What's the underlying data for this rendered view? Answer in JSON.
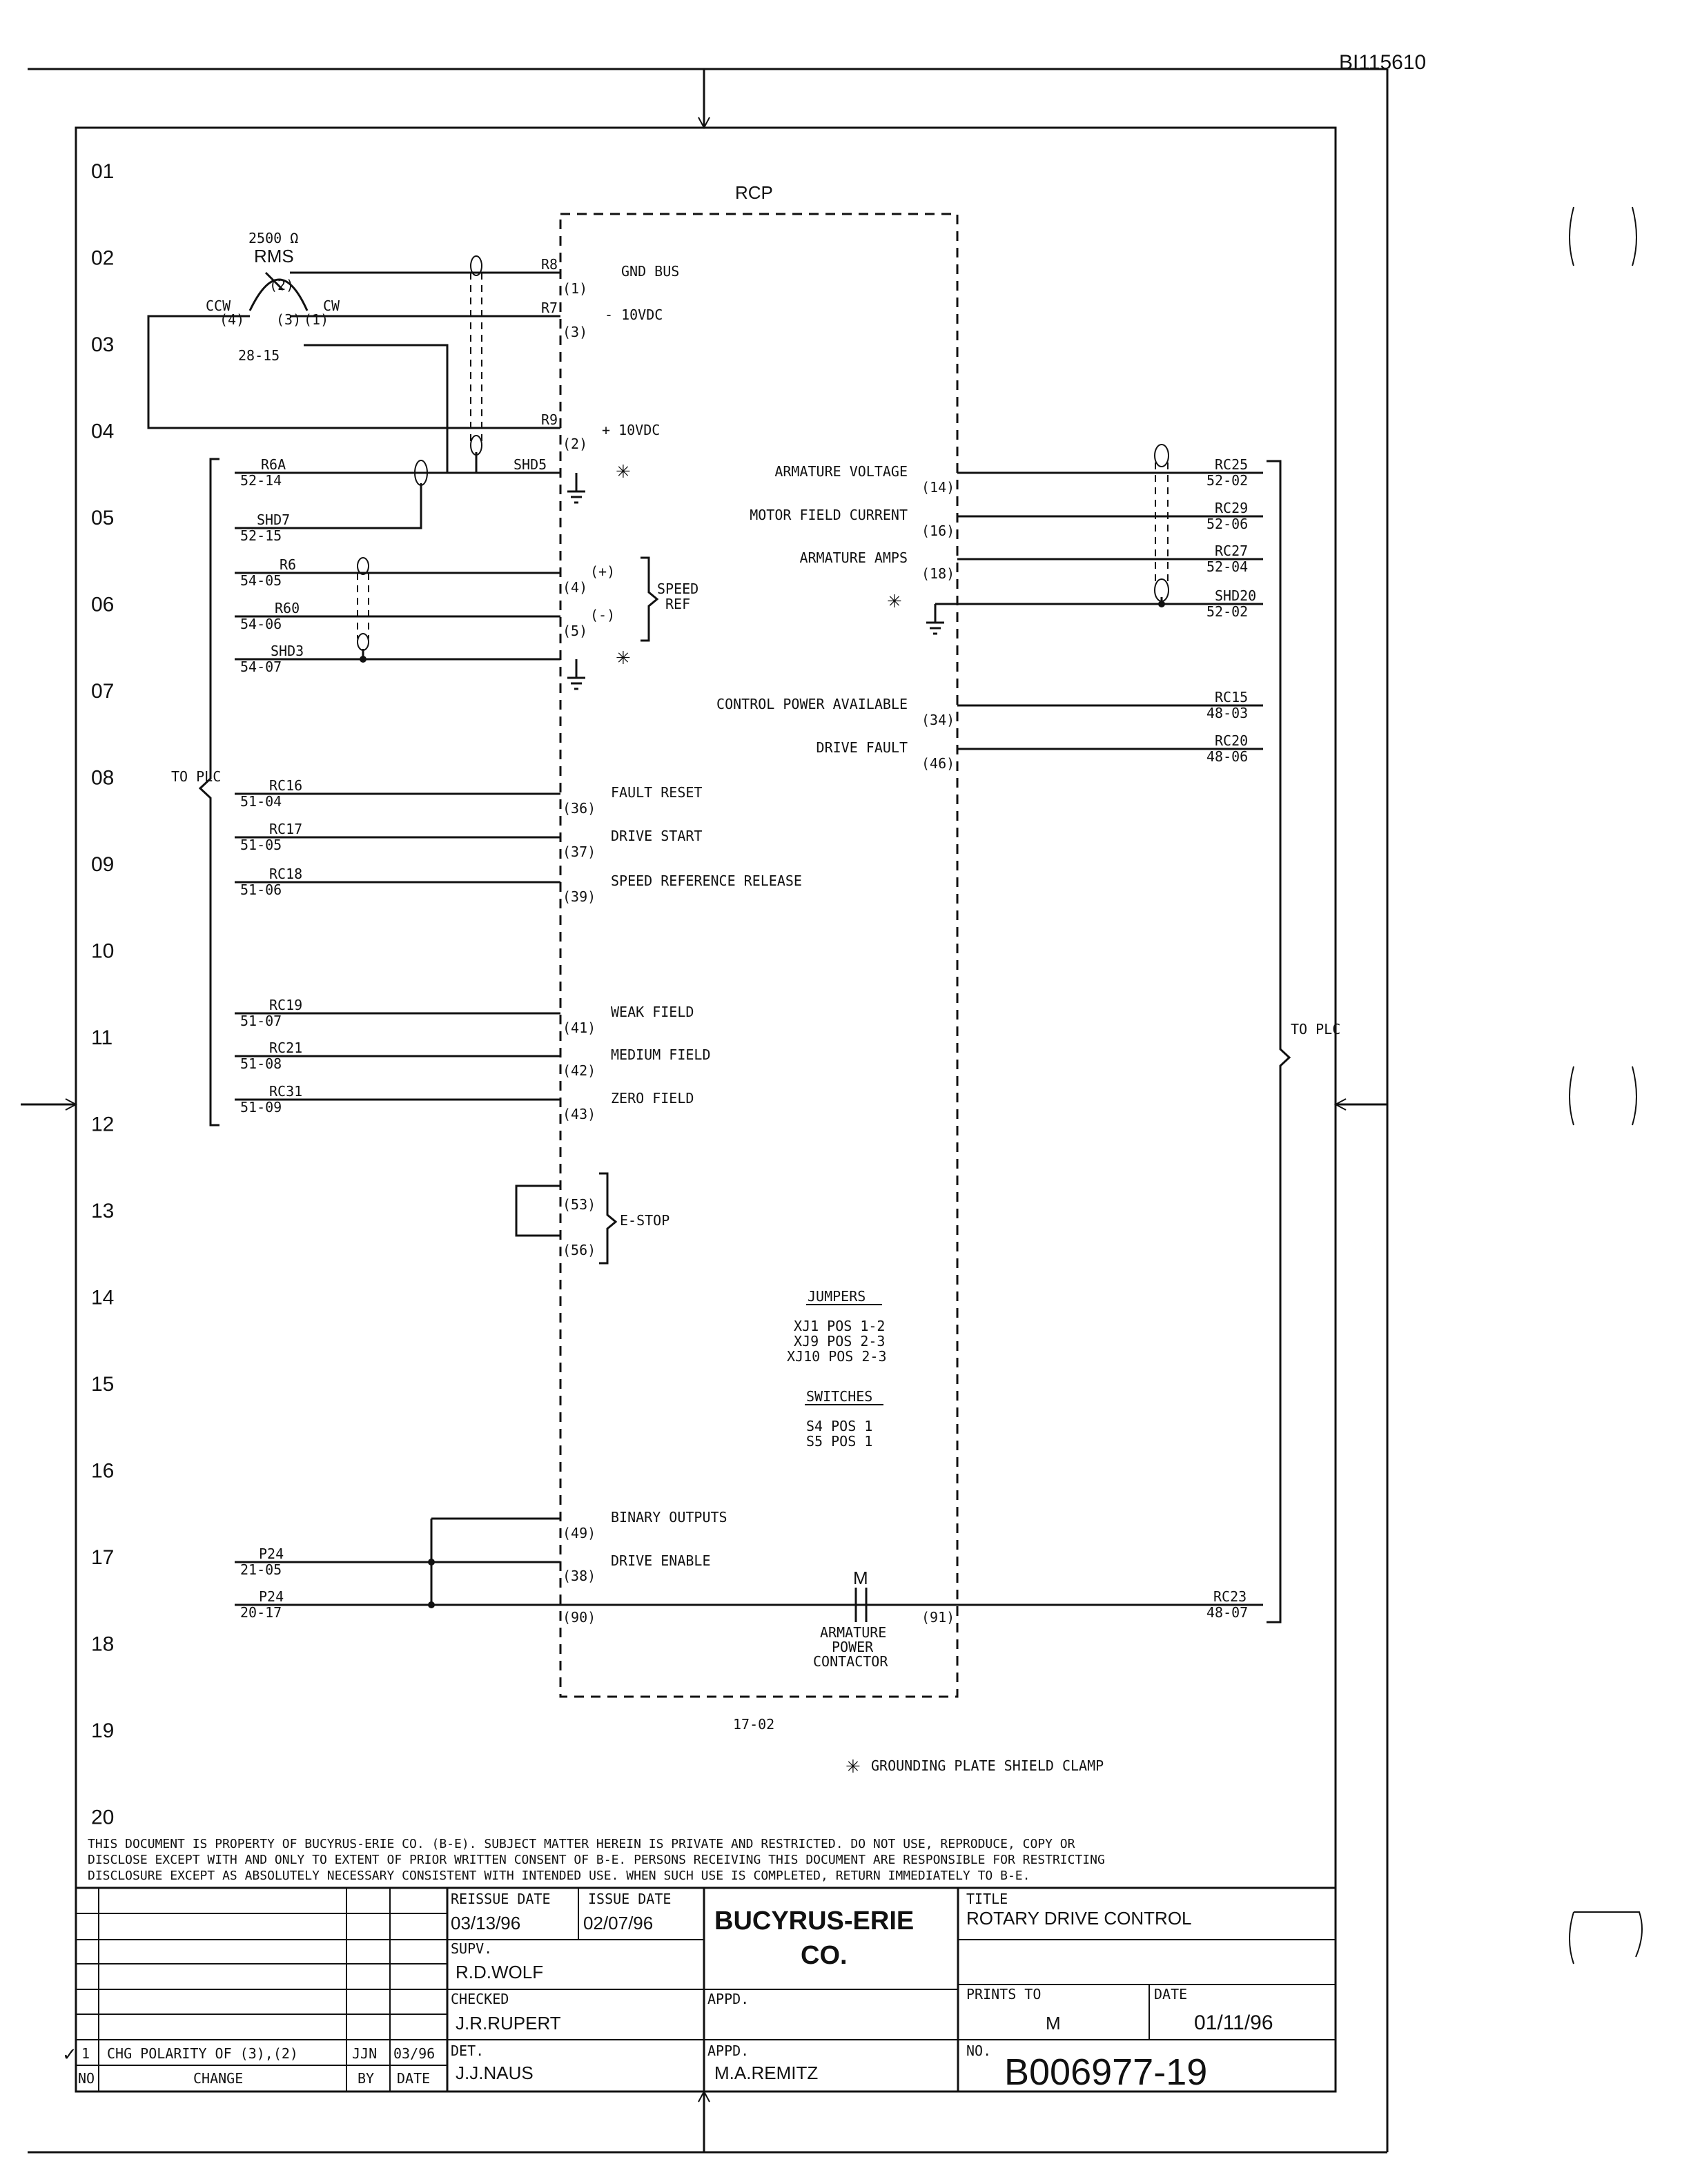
{
  "sheet_id": "BI115610",
  "rcp_label": "RCP",
  "rows": [
    "01",
    "02",
    "03",
    "04",
    "05",
    "06",
    "07",
    "08",
    "09",
    "10",
    "11",
    "12",
    "13",
    "14",
    "15",
    "16",
    "17",
    "18",
    "19",
    "20"
  ],
  "pot": {
    "value": "2500 Ω",
    "name": "RMS",
    "ccw": "CCW",
    "cw": "CW",
    "pin2": "(2)",
    "pin4": "(4)",
    "pin3": "(3)",
    "pin1": "(1)",
    "ref": "28-15"
  },
  "top_wires": [
    {
      "wire": "R8",
      "pin": "(1)",
      "label": "GND BUS"
    },
    {
      "wire": "R7",
      "pin": "(3)",
      "label": "- 10VDC"
    },
    {
      "wire": "R9",
      "pin": "(2)",
      "label": "+ 10VDC"
    }
  ],
  "shd5": "SHD5",
  "left_plc": "TO PLC",
  "right_plc": "TO PLC",
  "left_wires": [
    {
      "wire": "R6A",
      "ref": "52-14"
    },
    {
      "wire": "SHD7",
      "ref": "52-15"
    },
    {
      "wire": "R6",
      "ref": "54-05"
    },
    {
      "wire": "R60",
      "ref": "54-06"
    },
    {
      "wire": "SHD3",
      "ref": "54-07"
    }
  ],
  "speed": {
    "plus": "(+)",
    "minus": "(-)",
    "pin4": "(4)",
    "pin5": "(5)",
    "label1": "SPEED",
    "label2": "REF"
  },
  "left_io": [
    {
      "wire": "RC16",
      "ref": "51-04",
      "pin": "(36)",
      "label": "FAULT RESET"
    },
    {
      "wire": "RC17",
      "ref": "51-05",
      "pin": "(37)",
      "label": "DRIVE START"
    },
    {
      "wire": "RC18",
      "ref": "51-06",
      "pin": "(39)",
      "label": "SPEED REFERENCE RELEASE"
    },
    {
      "wire": "RC19",
      "ref": "51-07",
      "pin": "(41)",
      "label": "WEAK FIELD"
    },
    {
      "wire": "RC21",
      "ref": "51-08",
      "pin": "(42)",
      "label": "MEDIUM FIELD"
    },
    {
      "wire": "RC31",
      "ref": "51-09",
      "pin": "(43)",
      "label": "ZERO FIELD"
    }
  ],
  "estop": {
    "pin53": "(53)",
    "pin56": "(56)",
    "label": "E-STOP"
  },
  "right_io": [
    {
      "label": "ARMATURE VOLTAGE",
      "pin": "(14)",
      "wire": "RC25",
      "ref": "52-02"
    },
    {
      "label": "MOTOR FIELD CURRENT",
      "pin": "(16)",
      "wire": "RC29",
      "ref": "52-06"
    },
    {
      "label": "ARMATURE AMPS",
      "pin": "(18)",
      "wire": "RC27",
      "ref": "52-04"
    },
    {
      "label": "",
      "pin": "",
      "wire": "SHD20",
      "ref": "52-02"
    },
    {
      "label": "CONTROL POWER AVAILABLE",
      "pin": "(34)",
      "wire": "RC15",
      "ref": "48-03"
    },
    {
      "label": "DRIVE FAULT",
      "pin": "(46)",
      "wire": "RC20",
      "ref": "48-06"
    }
  ],
  "jumpers": {
    "title": "JUMPERS",
    "items": [
      "XJ1 POS 1-2",
      "XJ9 POS 2-3",
      "XJ10 POS 2-3"
    ]
  },
  "switches": {
    "title": "SWITCHES",
    "items": [
      "S4 POS 1",
      "S5 POS 1"
    ]
  },
  "binary": {
    "pin49": "(49)",
    "label": "BINARY OUTPUTS",
    "pin38": "(38)",
    "enable": "DRIVE ENABLE",
    "pin90": "(90)",
    "pin91": "(91)"
  },
  "p24": [
    {
      "wire": "P24",
      "ref": "21-05"
    },
    {
      "wire": "P24",
      "ref": "20-17"
    }
  ],
  "contactor": {
    "m": "M",
    "l1": "ARMATURE",
    "l2": "POWER",
    "l3": "CONTACTOR"
  },
  "rc23": {
    "wire": "RC23",
    "ref": "48-07"
  },
  "ref_1702": "17-02",
  "ground_note": "GROUNDING PLATE SHIELD CLAMP",
  "star": "✳",
  "legal": [
    "THIS DOCUMENT IS PROPERTY OF BUCYRUS-ERIE CO. (B-E). SUBJECT MATTER HEREIN IS PRIVATE AND RESTRICTED. DO NOT USE, REPRODUCE, COPY OR",
    "DISCLOSE EXCEPT WITH AND ONLY TO EXTENT OF PRIOR WRITTEN CONSENT OF B-E. PERSONS RECEIVING THIS DOCUMENT ARE RESPONSIBLE FOR RESTRICTING",
    "DISCLOSURE EXCEPT AS ABSOLUTELY NECESSARY CONSISTENT WITH INTENDED USE. WHEN SUCH USE IS COMPLETED, RETURN IMMEDIATELY TO B-E."
  ],
  "title_block": {
    "reissue_label": "REISSUE DATE",
    "reissue": "03/13/96",
    "issue_label": "ISSUE DATE",
    "issue": "02/07/96",
    "company1": "BUCYRUS-ERIE",
    "company2": "CO.",
    "title_label": "TITLE",
    "title": "ROTARY DRIVE CONTROL",
    "supv_label": "SUPV.",
    "supv": "R.D.WOLF",
    "checked_label": "CHECKED",
    "checked": "J.R.RUPERT",
    "appd_label": "APPD.",
    "appd2_label": "APPD.",
    "appd2": "M.A.REMITZ",
    "det_label": "DET.",
    "det": "J.J.NAUS",
    "prints_label": "PRINTS TO",
    "prints": "M",
    "date_label": "DATE",
    "date": "01/11/96",
    "no_label": "NO.",
    "no": "B006977-19",
    "rev_no": "1",
    "rev_change": "CHG POLARITY OF (3),(2)",
    "rev_by": "JJN",
    "rev_date": "03/96",
    "h_no": "NO",
    "h_change": "CHANGE",
    "h_by": "BY",
    "h_date": "DATE",
    "check": "✓"
  }
}
